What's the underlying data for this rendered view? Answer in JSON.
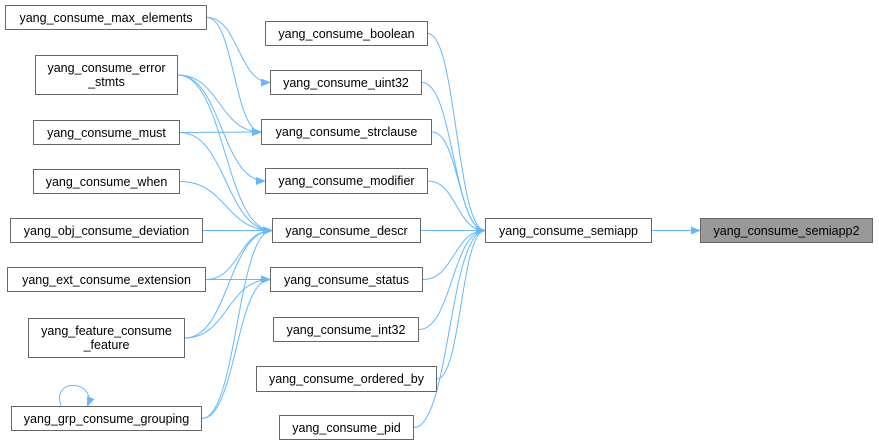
{
  "graph": {
    "edge_color": "#63b8ff",
    "current_fill": "#999999",
    "nodes": {
      "max_elements": "yang_consume_max_elements",
      "error_stmts": "yang_consume_error\n_stmts",
      "must": "yang_consume_must",
      "when": "yang_consume_when",
      "deviation": "yang_obj_consume_deviation",
      "extension": "yang_ext_consume_extension",
      "feature": "yang_feature_consume\n_feature",
      "grouping": "yang_grp_consume_grouping",
      "boolean": "yang_consume_boolean",
      "uint32": "yang_consume_uint32",
      "strclause": "yang_consume_strclause",
      "modifier": "yang_consume_modifier",
      "descr": "yang_consume_descr",
      "status": "yang_consume_status",
      "int32": "yang_consume_int32",
      "ordered_by": "yang_consume_ordered_by",
      "pid": "yang_consume_pid",
      "semiapp": "yang_consume_semiapp",
      "semiapp2": "yang_consume_semiapp2"
    },
    "edges": [
      [
        "max_elements",
        "uint32"
      ],
      [
        "max_elements",
        "strclause"
      ],
      [
        "error_stmts",
        "strclause"
      ],
      [
        "error_stmts",
        "modifier"
      ],
      [
        "error_stmts",
        "descr"
      ],
      [
        "must",
        "strclause"
      ],
      [
        "must",
        "descr"
      ],
      [
        "when",
        "descr"
      ],
      [
        "deviation",
        "descr"
      ],
      [
        "extension",
        "descr"
      ],
      [
        "extension",
        "status"
      ],
      [
        "feature",
        "descr"
      ],
      [
        "feature",
        "status"
      ],
      [
        "grouping",
        "descr"
      ],
      [
        "grouping",
        "status"
      ],
      [
        "grouping",
        "grouping"
      ],
      [
        "boolean",
        "semiapp"
      ],
      [
        "uint32",
        "semiapp"
      ],
      [
        "strclause",
        "semiapp"
      ],
      [
        "modifier",
        "semiapp"
      ],
      [
        "descr",
        "semiapp"
      ],
      [
        "status",
        "semiapp"
      ],
      [
        "int32",
        "semiapp"
      ],
      [
        "ordered_by",
        "semiapp"
      ],
      [
        "pid",
        "semiapp"
      ],
      [
        "semiapp",
        "semiapp2"
      ]
    ]
  }
}
